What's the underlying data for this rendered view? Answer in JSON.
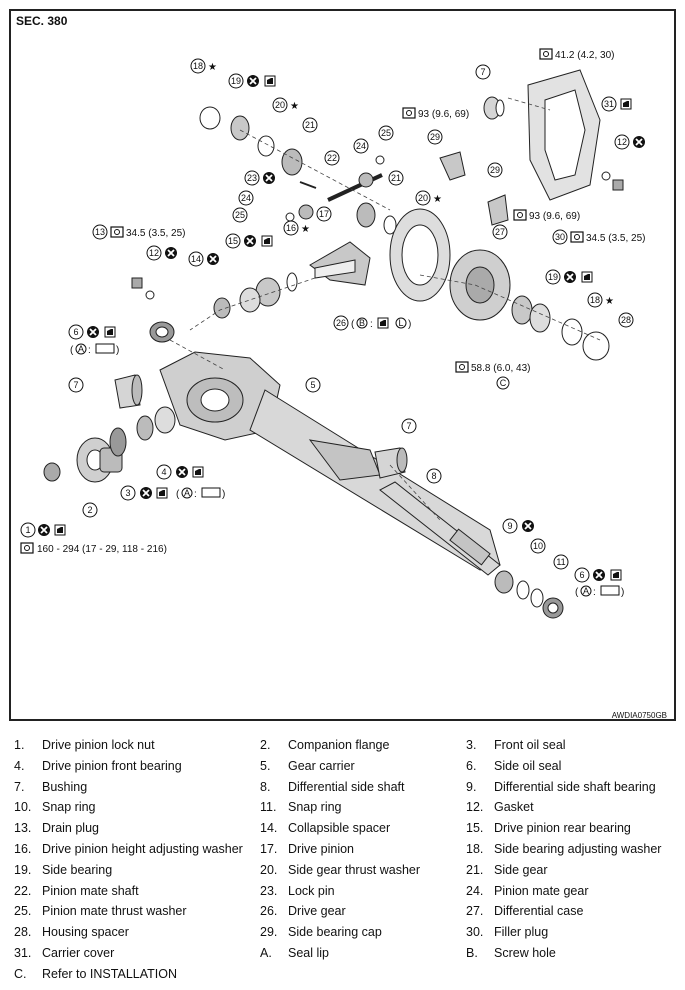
{
  "section_label": "SEC. 380",
  "figure_id": "AWDIA0750GB",
  "diagram": {
    "torques": {
      "t1": "41.2 (4.2, 30)",
      "t2": "93 (9.6, 69)",
      "t3": "93 (9.6, 69)",
      "t4": "34.5 (3.5, 25)",
      "t5": "34.5 (3.5, 25)",
      "t6": "58.8 (6.0, 43)",
      "t7": "160 - 294 (17 - 29, 118 - 216)"
    },
    "notes": {
      "a": "A",
      "b": "B",
      "c": "C",
      "l": "L"
    },
    "callouts": [
      "1",
      "2",
      "3",
      "4",
      "5",
      "6",
      "7",
      "8",
      "9",
      "10",
      "11",
      "12",
      "13",
      "14",
      "15",
      "16",
      "17",
      "18",
      "19",
      "20",
      "21",
      "22",
      "23",
      "24",
      "25",
      "26",
      "27",
      "28",
      "29",
      "30",
      "31"
    ]
  },
  "legend": [
    {
      "n": "1.",
      "t": "Drive pinion lock nut"
    },
    {
      "n": "2.",
      "t": "Companion flange"
    },
    {
      "n": "3.",
      "t": "Front oil seal"
    },
    {
      "n": "4.",
      "t": "Drive pinion front bearing"
    },
    {
      "n": "5.",
      "t": "Gear carrier"
    },
    {
      "n": "6.",
      "t": "Side oil seal"
    },
    {
      "n": "7.",
      "t": "Bushing"
    },
    {
      "n": "8.",
      "t": "Differential side shaft"
    },
    {
      "n": "9.",
      "t": "Differential side shaft bearing"
    },
    {
      "n": "10.",
      "t": "Snap ring"
    },
    {
      "n": "11.",
      "t": "Snap ring"
    },
    {
      "n": "12.",
      "t": "Gasket"
    },
    {
      "n": "13.",
      "t": "Drain plug"
    },
    {
      "n": "14.",
      "t": "Collapsible spacer"
    },
    {
      "n": "15.",
      "t": "Drive pinion rear bearing"
    },
    {
      "n": "16.",
      "t": "Drive pinion height adjusting washer"
    },
    {
      "n": "17.",
      "t": "Drive pinion"
    },
    {
      "n": "18.",
      "t": "Side bearing adjusting washer"
    },
    {
      "n": "19.",
      "t": "Side bearing"
    },
    {
      "n": "20.",
      "t": "Side gear thrust washer"
    },
    {
      "n": "21.",
      "t": "Side gear"
    },
    {
      "n": "22.",
      "t": "Pinion mate shaft"
    },
    {
      "n": "23.",
      "t": "Lock pin"
    },
    {
      "n": "24.",
      "t": "Pinion mate gear"
    },
    {
      "n": "25.",
      "t": "Pinion mate thrust washer"
    },
    {
      "n": "26.",
      "t": "Drive gear"
    },
    {
      "n": "27.",
      "t": "Differential case"
    },
    {
      "n": "28.",
      "t": "Housing spacer"
    },
    {
      "n": "29.",
      "t": "Side bearing cap"
    },
    {
      "n": "30.",
      "t": "Filler plug"
    },
    {
      "n": "31.",
      "t": "Carrier cover"
    },
    {
      "n": "A.",
      "t": "Seal lip"
    },
    {
      "n": "B.",
      "t": "Screw hole"
    },
    {
      "n": "C.",
      "t": "Refer to INSTALLATION"
    }
  ]
}
